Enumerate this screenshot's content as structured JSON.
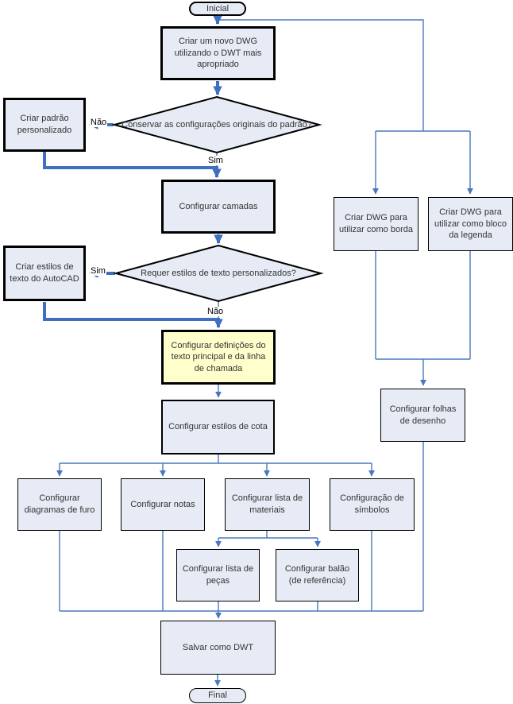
{
  "nodes": {
    "inicial": {
      "label": "Inicial"
    },
    "novo_dwg": {
      "label": "Criar um novo DWG utilizando o DWT mais apropriado"
    },
    "decisao_padrao": {
      "label": "Conservar as configurações originais do padrão?"
    },
    "padrao_personalizado": {
      "label": "Criar padrão personalizado"
    },
    "camadas": {
      "label": "Configurar camadas"
    },
    "decisao_texto": {
      "label": "Requer estilos de texto personalizados?"
    },
    "estilos_texto": {
      "label": "Criar estilos de texto do AutoCAD"
    },
    "definicoes_texto": {
      "label": "Configurar definições do texto principal e da linha de chamada"
    },
    "estilos_cota": {
      "label": "Configurar estilos de cota"
    },
    "diagramas_furo": {
      "label": "Configurar diagramas de furo"
    },
    "notas": {
      "label": "Configurar notas"
    },
    "lista_materiais": {
      "label": "Configurar lista de materiais"
    },
    "simbolos": {
      "label": "Configuração de símbolos"
    },
    "lista_pecas": {
      "label": "Configurar lista de peças"
    },
    "balao": {
      "label": "Configurar balão (de referência)"
    },
    "salvar": {
      "label": "Salvar como DWT"
    },
    "final": {
      "label": "Final"
    },
    "dwg_borda": {
      "label": "Criar DWG para utilizar como borda"
    },
    "dwg_legenda": {
      "label": "Criar DWG para utilizar como bloco da legenda"
    },
    "folhas_desenho": {
      "label": "Configurar folhas de desenho"
    }
  },
  "edge_labels": {
    "nao1": "Não",
    "sim1": "Sim",
    "sim2": "Sim",
    "nao2": "Não"
  },
  "colors": {
    "node_fill": "#e6ebf5",
    "highlight_fill": "#ffffcc",
    "node_border": "#000000",
    "connector_blue": "#3f6fc1",
    "text": "#333333",
    "background": "#ffffff"
  }
}
